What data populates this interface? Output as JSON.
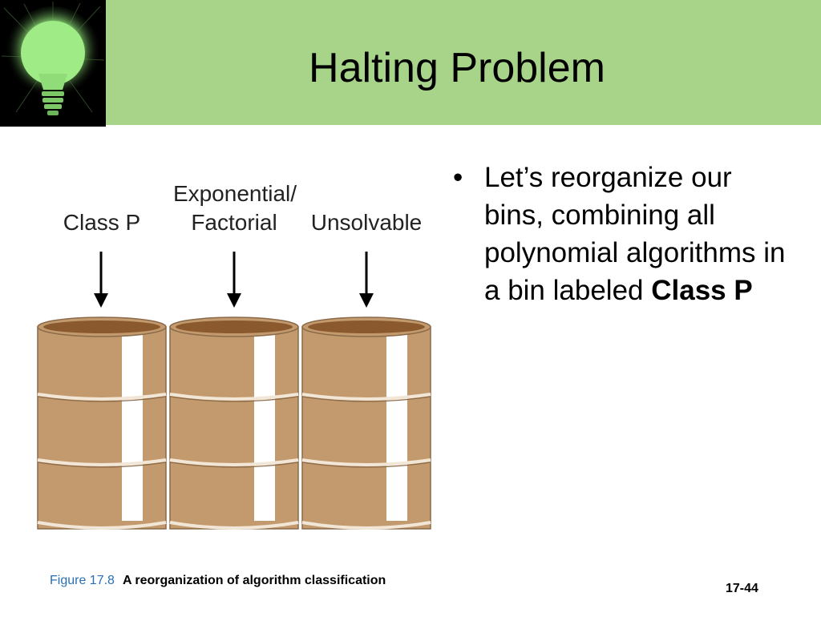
{
  "slide": {
    "title": "Halting Problem",
    "bullet_lead": "Let’s reorganize our bins, combining all polynomial algorithms in a bin labeled ",
    "bullet_bold": "Class P",
    "bullet_marker": "•"
  },
  "figure": {
    "labels": {
      "class_p": "Class P",
      "exp_line1": "Exponential/",
      "exp_line2": "Factorial",
      "unsolvable": "Unsolvable"
    },
    "caption_prefix": "Figure 17.8",
    "caption_text": "A reorganization of algorithm classification"
  },
  "footer": {
    "page_number": "17-44"
  },
  "colors": {
    "header_bg": "#a8d48a",
    "barrel_body": "#c29a6e",
    "barrel_top": "#8a5a2e",
    "caption_prefix": "#2a6fb5"
  },
  "icons": {
    "logo": "light-bulb-icon"
  }
}
